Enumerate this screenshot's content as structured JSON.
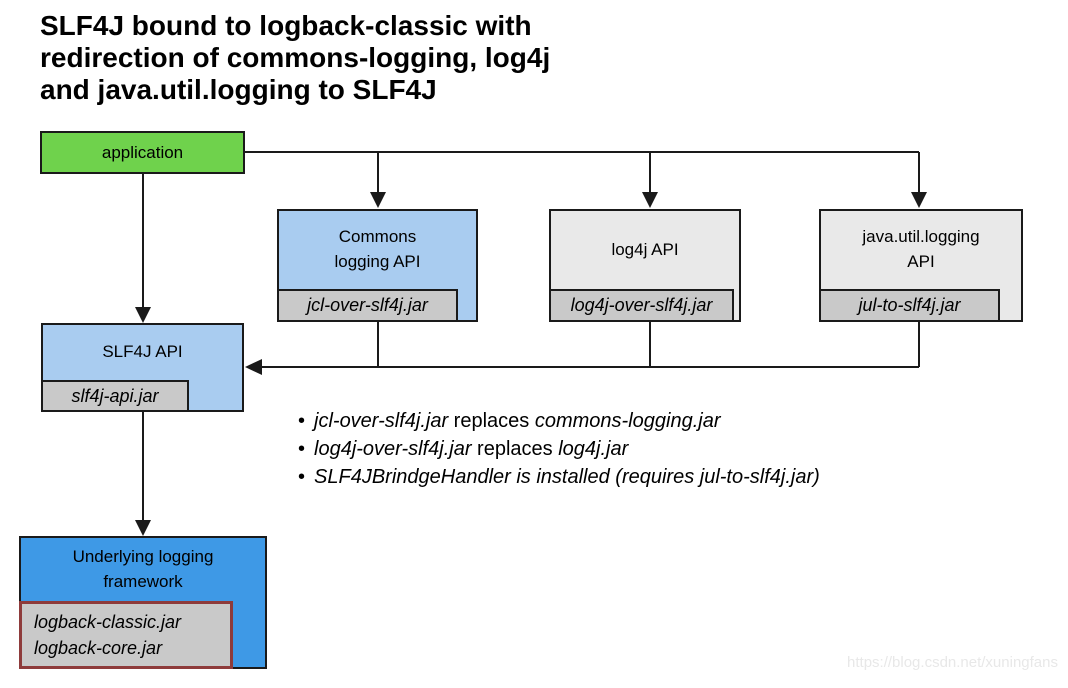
{
  "title": {
    "line1": "SLF4J bound to logback-classic with",
    "line2": "redirection of commons-logging, log4j",
    "line3": "and java.util.logging to SLF4J"
  },
  "nodes": {
    "application": {
      "label": "application"
    },
    "commons": {
      "label_line1": "Commons",
      "label_line2": "logging API",
      "jar": "jcl-over-slf4j.jar"
    },
    "log4j": {
      "label": "log4j API",
      "jar": "log4j-over-slf4j.jar"
    },
    "jul": {
      "label_line1": "java.util.logging",
      "label_line2": "API",
      "jar": "jul-to-slf4j.jar"
    },
    "slf4j": {
      "label": "SLF4J API",
      "jar": "slf4j-api.jar"
    },
    "framework": {
      "label_line1": "Underlying logging",
      "label_line2": "framework",
      "jar_line1": "logback-classic.jar",
      "jar_line2": "logback-core.jar"
    }
  },
  "notes": {
    "bullet": "•",
    "items": [
      {
        "seg1": "jcl-over-slf4j.jar",
        "seg2": " replaces ",
        "seg3": "commons-logging.jar"
      },
      {
        "seg1": "log4j-over-slf4j.jar",
        "seg2": " replaces ",
        "seg3": "log4j.jar"
      },
      {
        "seg1": "SLF4JBrindgeHandler is installed (requires jul-to-slf4j.jar)",
        "seg2": "",
        "seg3": ""
      }
    ]
  },
  "watermark": "https://blog.csdn.net/xuningfans",
  "colors": {
    "green": "#6fd24c",
    "light_blue": "#a9ccf0",
    "light_gray": "#e9e9e9",
    "chip_gray": "#c9c9c9",
    "bright_blue": "#3e99e6",
    "chip_border_red": "#8e3b3b",
    "ink": "#1a1a1a",
    "watermark_gray": "#e8e8e8"
  }
}
